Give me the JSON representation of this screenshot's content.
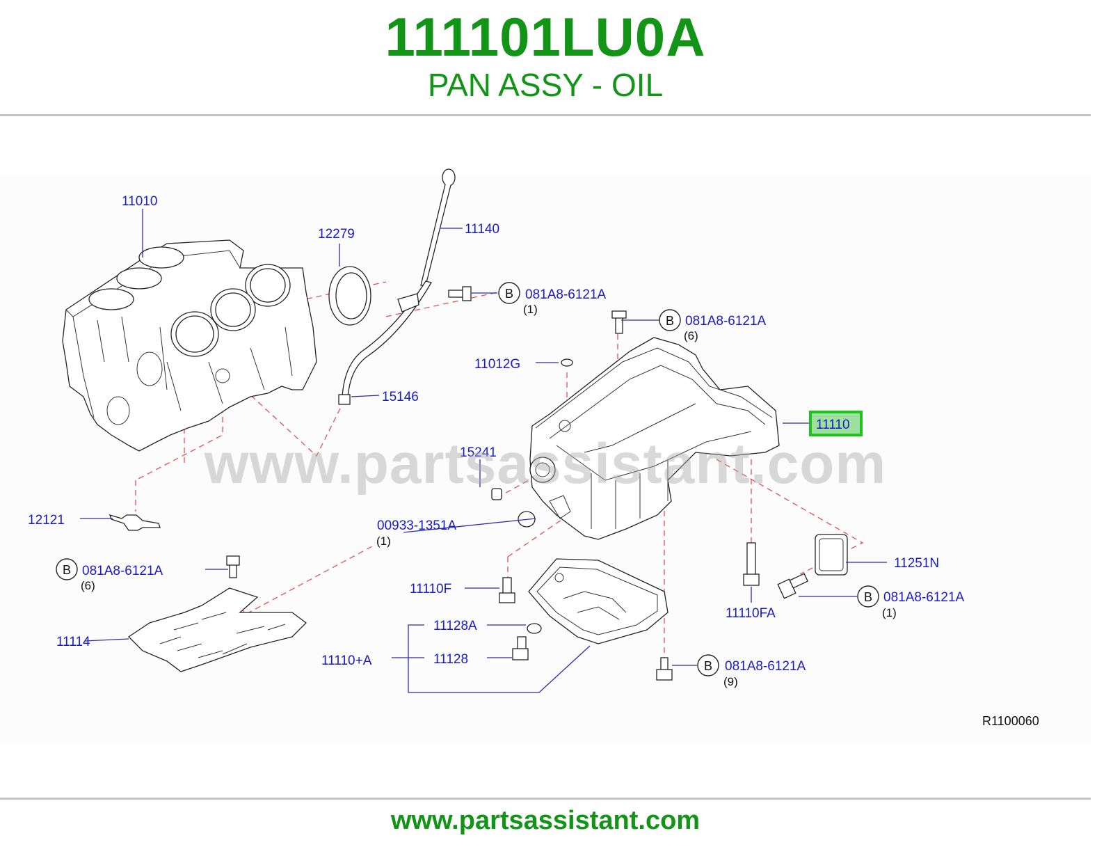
{
  "header": {
    "part_number": "111101LU0A",
    "part_name": "PAN ASSY - OIL"
  },
  "diagram": {
    "watermark": "www.partsassistant.com",
    "reference_code": "R1100060",
    "highlight_color": "#1ec41e",
    "callouts": {
      "c11010": "11010",
      "c12279": "12279",
      "c11140": "11140",
      "c15146": "15146",
      "c11012g": "11012G",
      "c11110": "11110",
      "c15241": "15241",
      "c12121": "12121",
      "c00933": "00933-1351A",
      "c11110f": "11110F",
      "c11128a": "11128A",
      "c11128": "11128",
      "c11110a": "11110+A",
      "c11114": "11114",
      "c11251n": "11251N",
      "c11110fa": "11110FA"
    },
    "bolts": [
      {
        "mark": "B",
        "part": "081A8-6121A",
        "qty": "(1)"
      },
      {
        "mark": "B",
        "part": "081A8-6121A",
        "qty": "(6)"
      },
      {
        "mark": "B",
        "part": "081A8-6121A",
        "qty": "(6)"
      },
      {
        "mark": "B",
        "part": "081A8-6121A",
        "qty": "(1)"
      },
      {
        "mark": "B",
        "part": "081A8-6121A",
        "qty": "(9)"
      }
    ],
    "qty_00933": "(1)"
  },
  "footer": {
    "url": "www.partsassistant.com"
  }
}
